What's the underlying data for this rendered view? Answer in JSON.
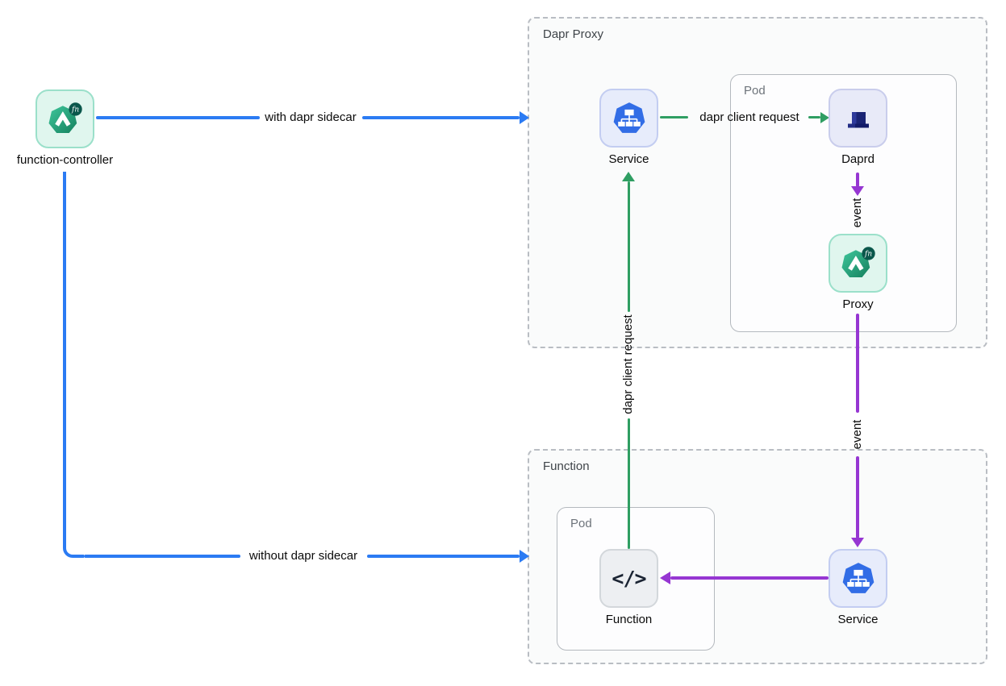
{
  "groups": {
    "dapr_proxy": {
      "label": "Dapr Proxy"
    },
    "function_group": {
      "label": "Function"
    },
    "pod_top": {
      "label": "Pod"
    },
    "pod_bottom": {
      "label": "Pod"
    }
  },
  "nodes": {
    "function_controller": {
      "label": "function-controller",
      "icon": "openfunction-icon"
    },
    "service_top": {
      "label": "Service",
      "icon": "kubernetes-service-icon"
    },
    "daprd": {
      "label": "Daprd",
      "icon": "dapr-hat-icon"
    },
    "proxy": {
      "label": "Proxy",
      "icon": "openfunction-icon"
    },
    "function_node": {
      "label": "Function",
      "icon": "code-icon",
      "glyph": "</>"
    },
    "service_bottom": {
      "label": "Service",
      "icon": "kubernetes-service-icon"
    }
  },
  "icons": {
    "openfunction_badge": "fn"
  },
  "edges": {
    "with_dapr_sidecar": {
      "label": "with dapr sidecar",
      "color": "#2b7bf3"
    },
    "without_dapr_sidecar": {
      "label": "without dapr sidecar",
      "color": "#2b7bf3"
    },
    "dapr_client_request_horizontal": {
      "label": "dapr client request",
      "color": "#2f9e62"
    },
    "dapr_client_request_vertical": {
      "label": "dapr client request",
      "color": "#2f9e62"
    },
    "event_daprd_to_proxy": {
      "label": "event",
      "color": "#9636d2"
    },
    "event_proxy_to_service": {
      "label": "event",
      "color": "#9636d2"
    }
  },
  "colors": {
    "edge_blue": "#2b7bf3",
    "edge_green": "#2f9e62",
    "edge_purple": "#9636d2",
    "openfunction_card_bg": "#e0f6ee",
    "openfunction_card_border": "#9be0ca",
    "service_card_bg": "#e7ecfb",
    "service_card_border": "#c3cdf1",
    "dapr_card_bg": "#e8eaf8",
    "dapr_card_border": "#c9cdec",
    "function_card_bg": "#edeff2",
    "kubernetes_blue": "#326de6",
    "dapr_navy": "#1a2474",
    "openfunction_green": "#1f8f69"
  }
}
